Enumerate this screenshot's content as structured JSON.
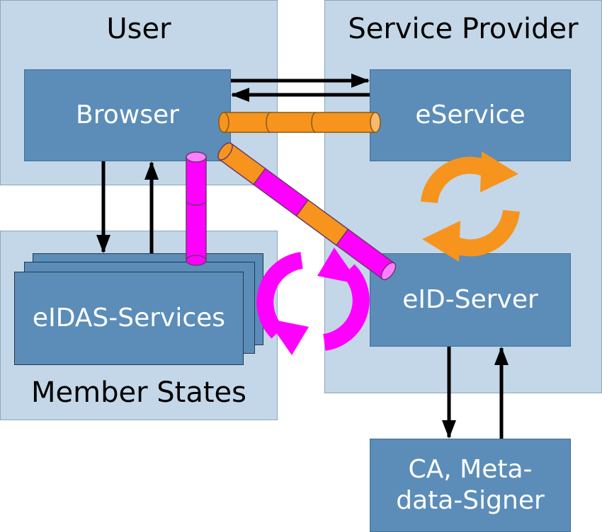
{
  "regions": {
    "user": "User",
    "service_provider": "Service Provider",
    "member_states": "Member States"
  },
  "nodes": {
    "browser": "Browser",
    "eservice": "eService",
    "eid_server": "eID-Server",
    "eidas_services": "eIDAS-Services",
    "ca_signer_line1": "CA, Meta-",
    "ca_signer_line2": "data-Signer"
  },
  "colors": {
    "region_fill": "#c4d7e8",
    "node_fill": "#5b8db8",
    "channel_orange": "#f7941d",
    "channel_magenta": "#ff00ff",
    "arrow": "#000000"
  }
}
